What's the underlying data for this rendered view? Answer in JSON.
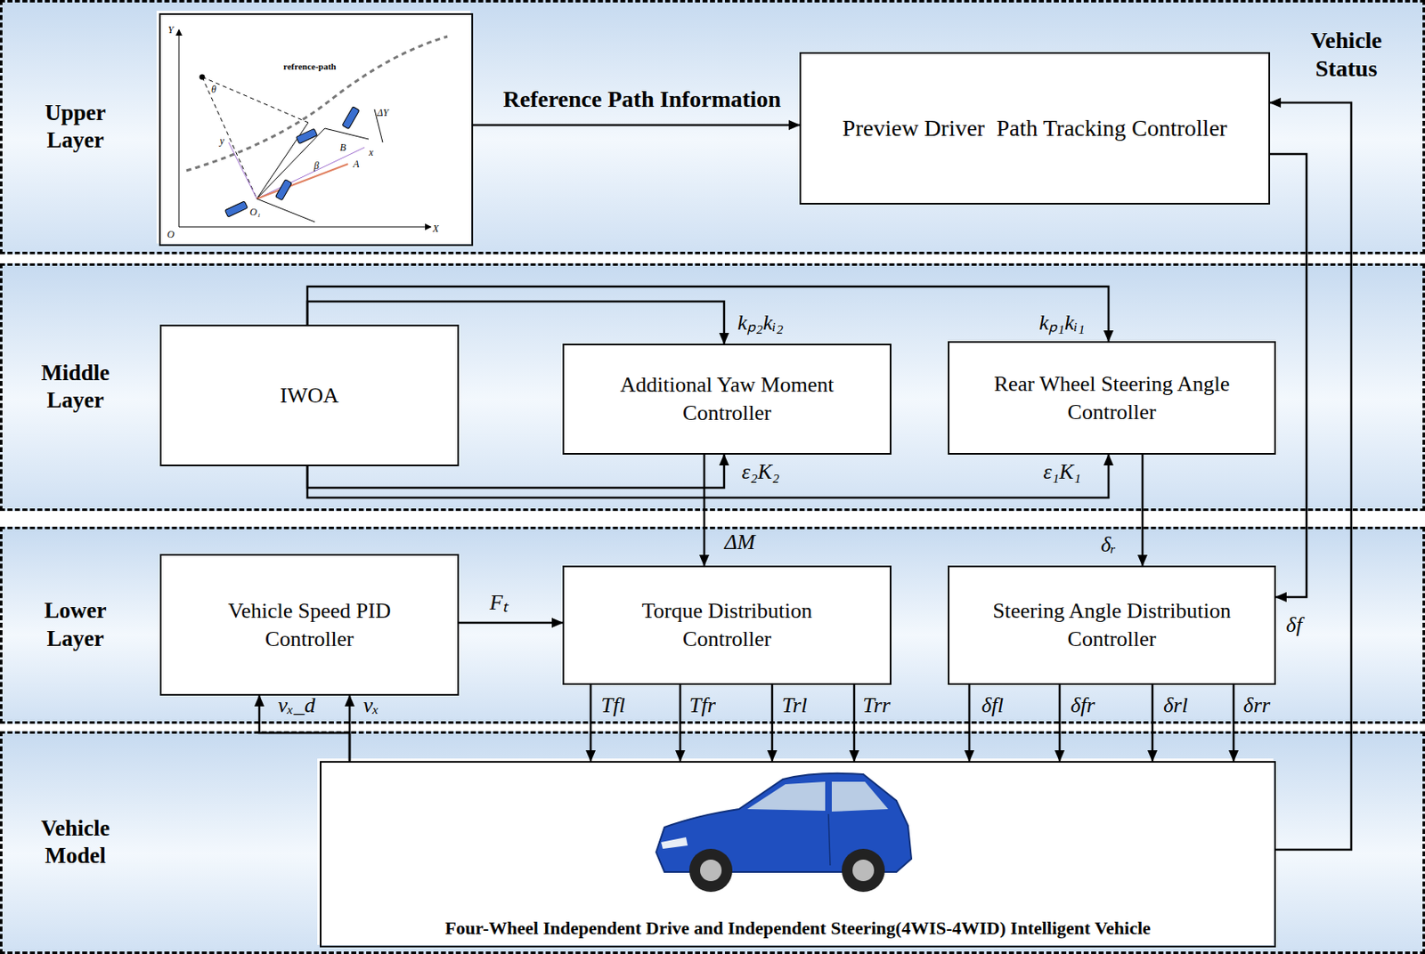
{
  "diagram": {
    "nodes": [
      {
        "text": [
          "Upper Layer"
        ]
      },
      {
        "text": [
          "refrence-path"
        ],
        "in": 0
      },
      {
        "text": [
          "Preview Driver  Path Tracking Controller"
        ],
        "in": 0
      },
      {
        "text": [
          "Middle Layer"
        ]
      },
      {
        "text": [
          "IWOA"
        ],
        "in": 3
      },
      {
        "text": [
          "Additional Yaw Moment Controller"
        ],
        "in": 3
      },
      {
        "text": [
          "Rear Wheel Steering Angle Controller"
        ],
        "in": 3
      },
      {
        "text": [
          "Lower Layer"
        ]
      },
      {
        "text": [
          "Vehicle Speed PID Controller"
        ],
        "in": 7
      },
      {
        "text": [
          "Torque Distribution Controller"
        ],
        "in": 7
      },
      {
        "text": [
          "Steering Angle Distribution Controller"
        ],
        "in": 7
      },
      {
        "text": [
          "Vehicle Model"
        ]
      },
      {
        "text": [
          "Four-Wheel Independent Drive and Independent Steering(4WIS-4WID) Intelligent Vehicle"
        ],
        "in": 11
      }
    ],
    "edges": [
      {
        "from": 1,
        "to": 2,
        "label": "Reference Path Information",
        "arrow": "to"
      },
      {
        "from": 4,
        "to": 5,
        "label": "kₚ₂kᵢ₂",
        "arrow": "to"
      },
      {
        "from": 4,
        "to": 6,
        "label": "kₚ₁kᵢ₁",
        "arrow": "to"
      },
      {
        "from": 4,
        "to": 5,
        "label": "ε₂K₂",
        "arrow": "to"
      },
      {
        "from": 4,
        "to": 6,
        "label": "ε₁K₁",
        "arrow": "to"
      },
      {
        "from": 5,
        "to": 9,
        "label": "ΔM",
        "arrow": "to"
      },
      {
        "from": 6,
        "to": 10,
        "label": "δᵣ",
        "arrow": "to"
      },
      {
        "from": 2,
        "to": 10,
        "label": "δf",
        "arrow": "to"
      },
      {
        "from": 8,
        "to": 9,
        "label": "Fₜ",
        "arrow": "to"
      },
      {
        "from": 9,
        "to": 12,
        "label": "Tfl",
        "arrow": "to"
      },
      {
        "from": 9,
        "to": 12,
        "label": "Tfr",
        "arrow": "to"
      },
      {
        "from": 9,
        "to": 12,
        "label": "Trl",
        "arrow": "to"
      },
      {
        "from": 9,
        "to": 12,
        "label": "Trr",
        "arrow": "to"
      },
      {
        "from": 10,
        "to": 12,
        "label": "δfl",
        "arrow": "to"
      },
      {
        "from": 10,
        "to": 12,
        "label": "δfr",
        "arrow": "to"
      },
      {
        "from": 10,
        "to": 12,
        "label": "δrl",
        "arrow": "to"
      },
      {
        "from": 10,
        "to": 12,
        "label": "δrr",
        "arrow": "to"
      },
      {
        "from": 12,
        "to": 8,
        "label": "vₓ",
        "arrow": "to"
      },
      {
        "from": 12,
        "to": 8,
        "label": "vₓ_d",
        "arrow": "to"
      },
      {
        "from": 12,
        "to": 2,
        "label": "Vehicle Status",
        "arrow": "to"
      }
    ],
    "labels": [
      "Y",
      "X",
      "O",
      "y",
      "x",
      "θ",
      "β",
      "ΔY",
      "A",
      "B",
      "O₁"
    ]
  }
}
